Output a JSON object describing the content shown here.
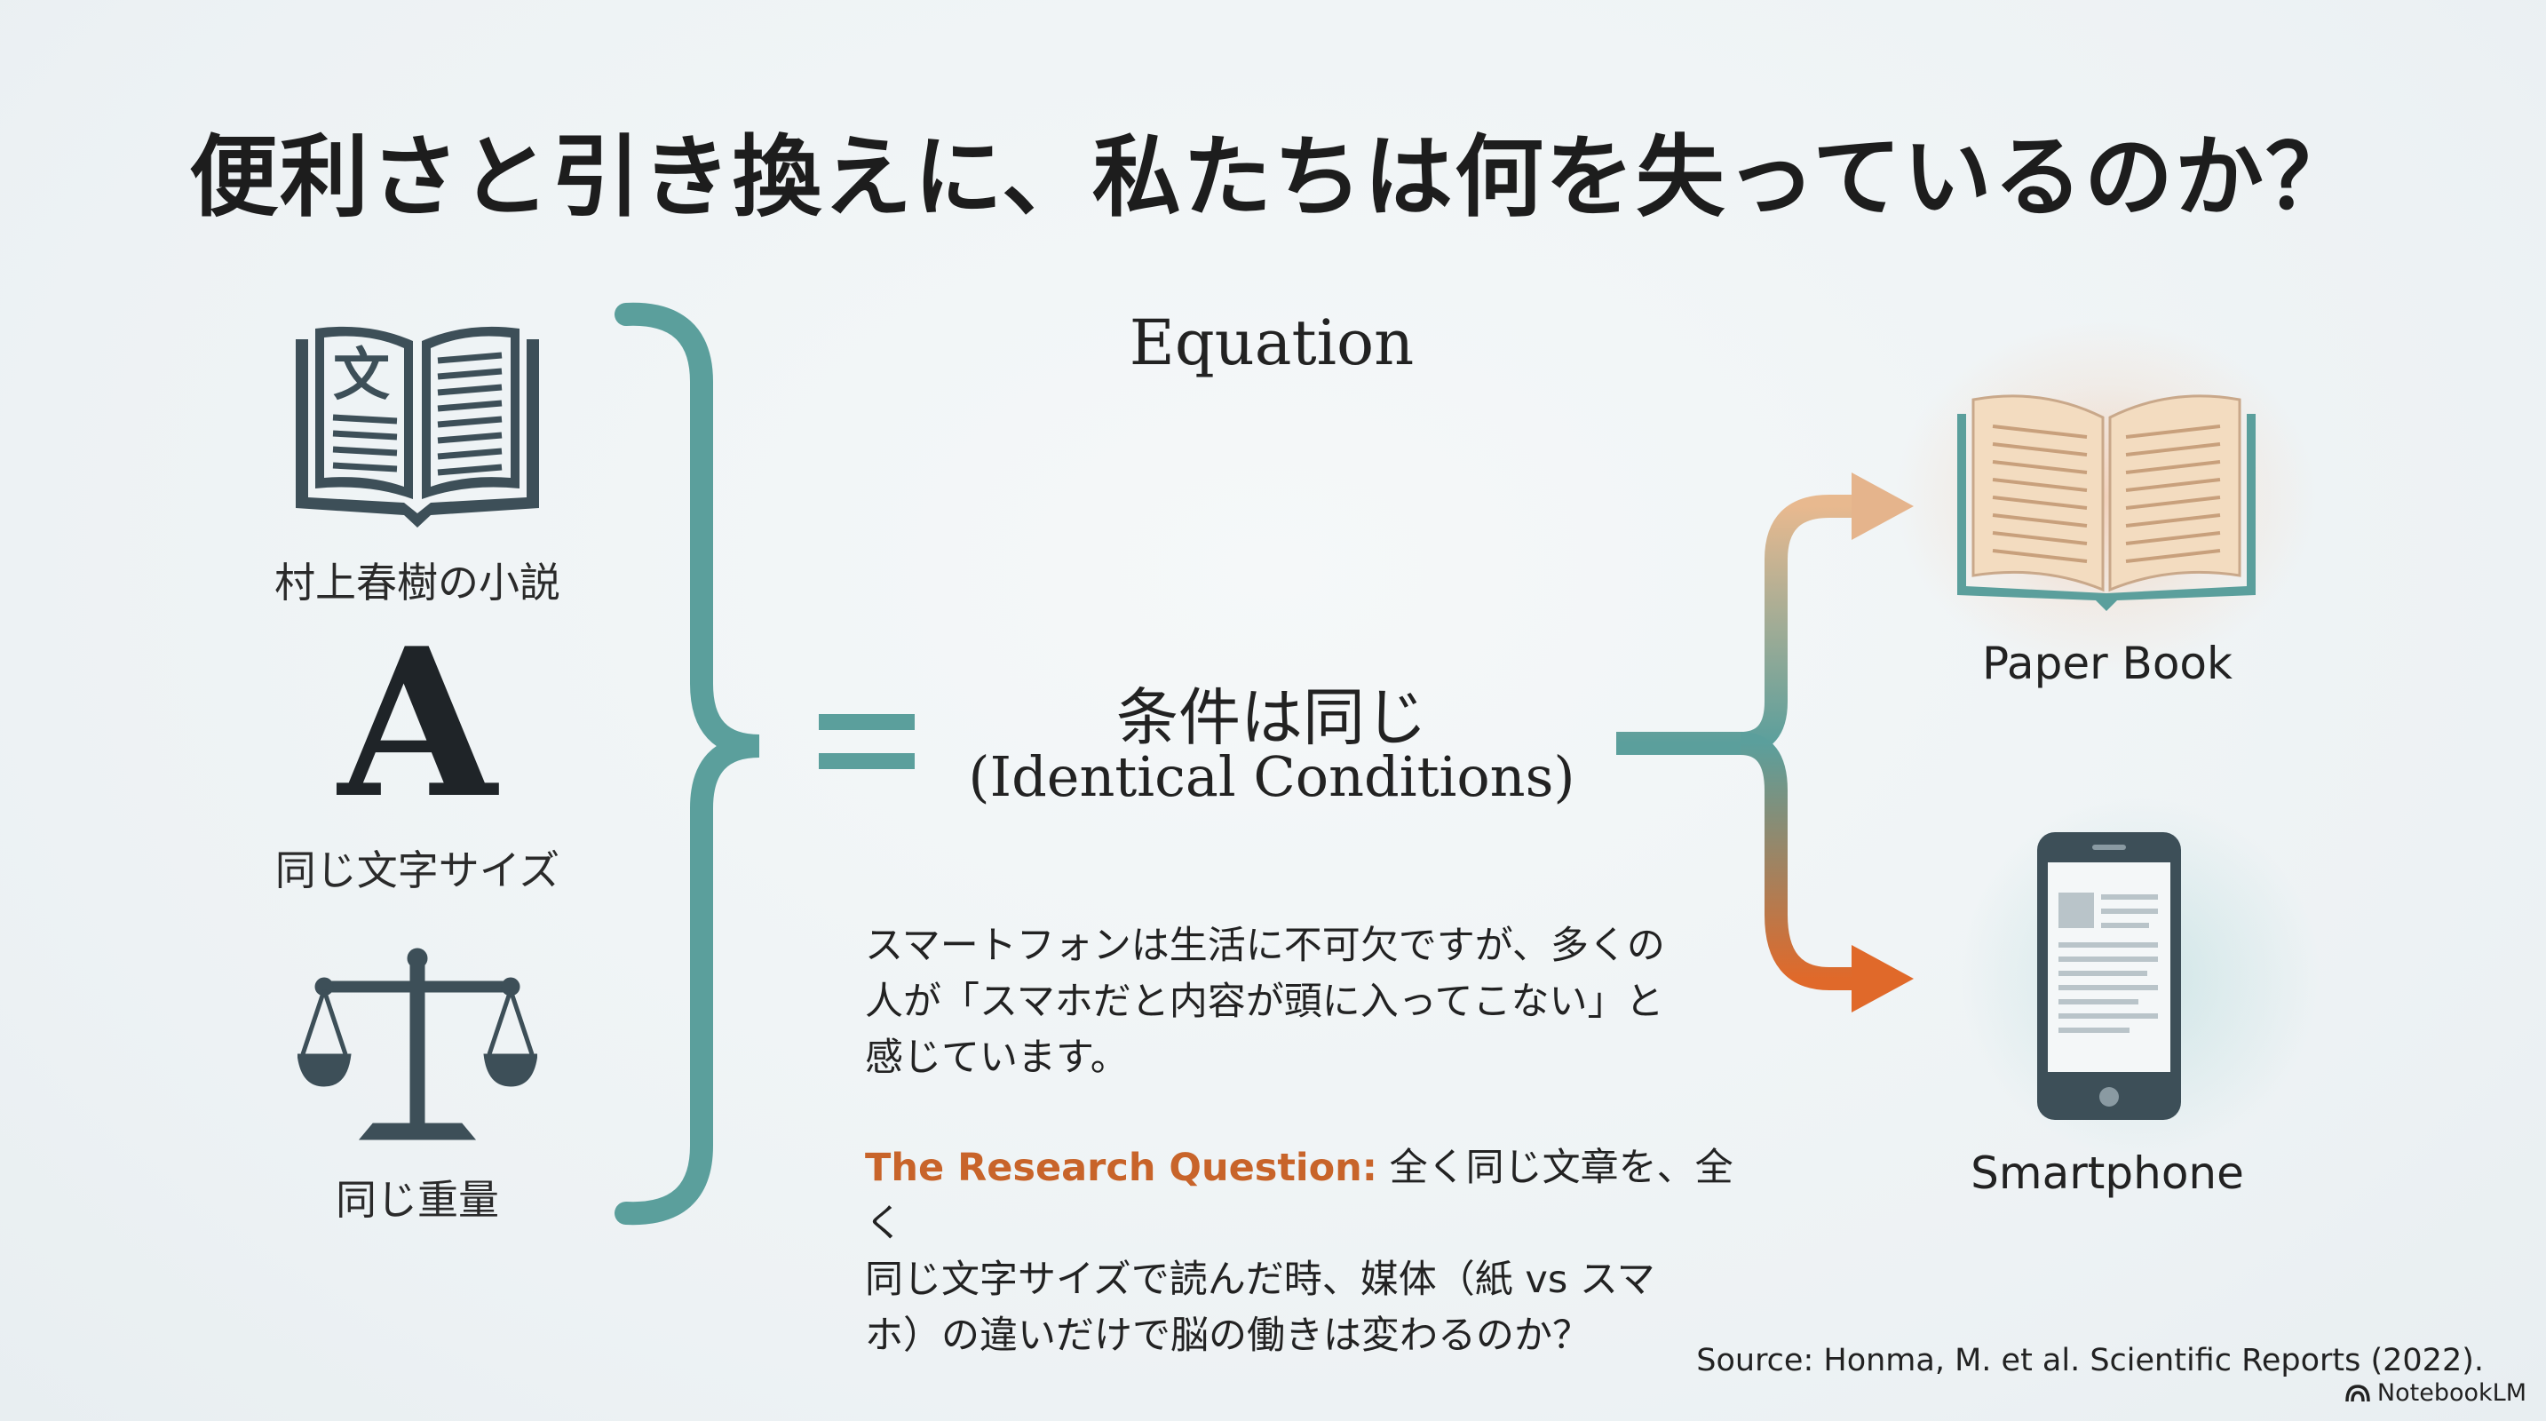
{
  "title": "便利さと引き換えに、私たちは何を失っているのか？",
  "left_items": [
    {
      "icon": "open-book-icon",
      "label": "村上春樹の小説"
    },
    {
      "icon": "letter-a-icon",
      "glyph": "A",
      "label": "同じ文字サイズ"
    },
    {
      "icon": "balance-scale-icon",
      "label": "同じ重量"
    }
  ],
  "equation_label": "Equation",
  "equals_sign": "=",
  "conditions": {
    "jp": "条件は同じ",
    "en": "(Identical Conditions)"
  },
  "paragraph": {
    "lines": [
      "スマートフォンは生活に不可欠ですが、多くの",
      "人が「スマホだと内容が頭に入ってこない」と",
      "感じています。"
    ]
  },
  "research_question": {
    "label": "The Research Question:",
    "first_line": "全く同じ文章を、全く",
    "lines": [
      "同じ文字サイズで読んだ時、媒体（紙 vs スマ",
      "ホ）の違いだけで脳の働きは変わるのか？"
    ]
  },
  "devices": [
    {
      "icon": "paper-book-icon",
      "label": "Paper Book"
    },
    {
      "icon": "smartphone-icon",
      "label": "Smartphone"
    }
  ],
  "source": "Source: Honma, M. et al. Scientific Reports (2022).",
  "watermark": "NotebookLM",
  "colors": {
    "teal": "#5b9f9c",
    "orange": "#e0692a",
    "accent_text": "#c8642a",
    "icon_dark": "#3d4f58"
  }
}
